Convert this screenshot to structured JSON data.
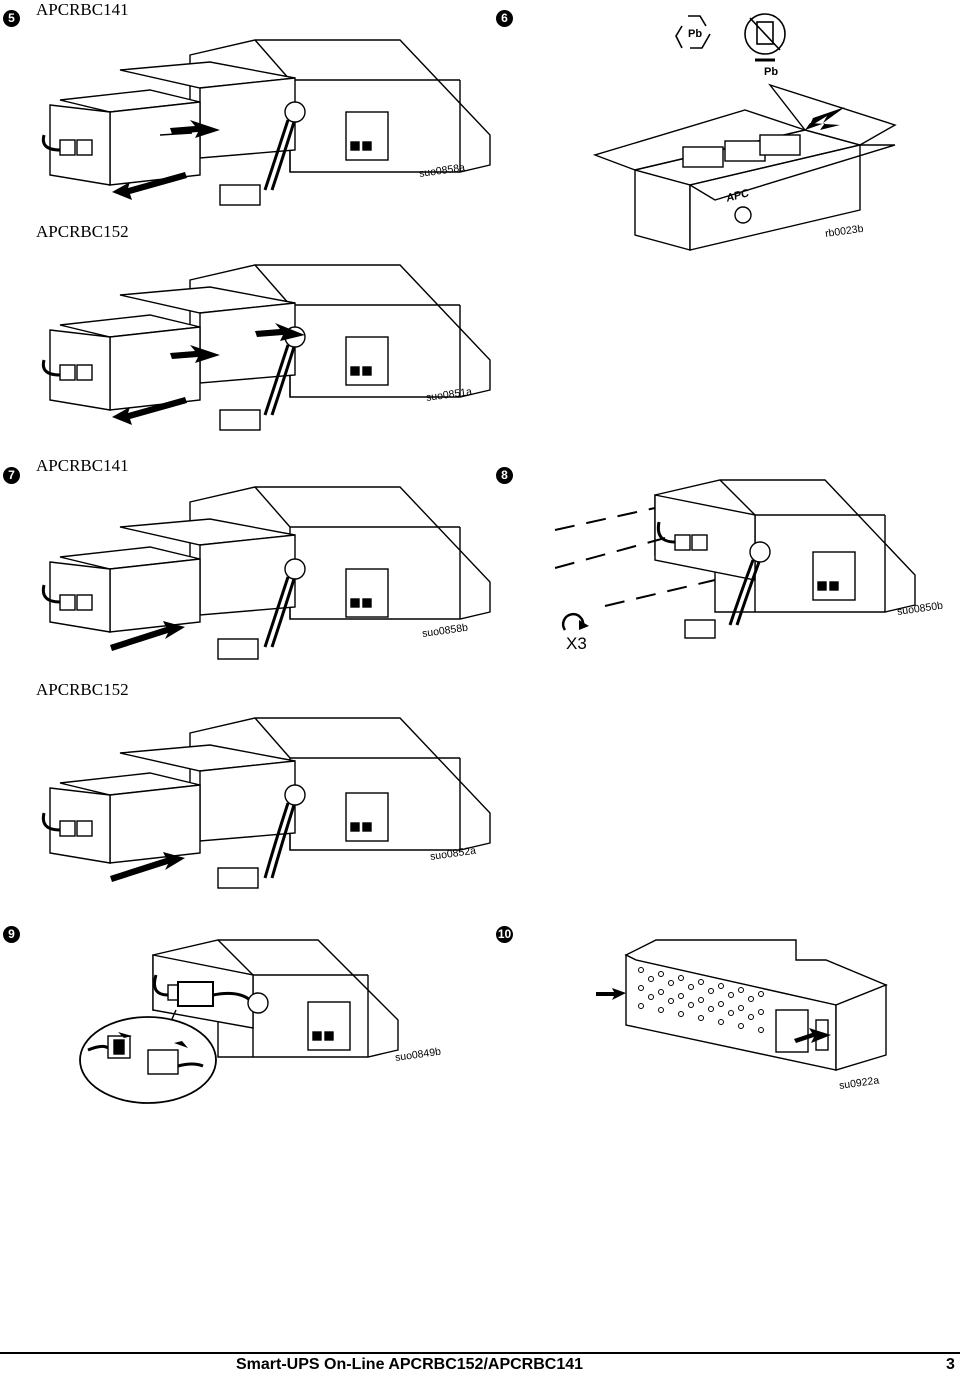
{
  "steps": {
    "s5": {
      "num": "5",
      "model_a": "APCRBC141",
      "code_a": "suo0858a",
      "model_b": "APCRBC152",
      "code_b": "suo0851a"
    },
    "s6": {
      "num": "6",
      "code": "rb0023b",
      "pb1": "Pb",
      "pb2": "Pb",
      "brand": "APC"
    },
    "s7": {
      "num": "7",
      "model_a": "APCRBC141",
      "code_a": "suo0858b",
      "model_b": "APCRBC152",
      "code_b": "suo0852a"
    },
    "s8": {
      "num": "8",
      "code": "suo0850b",
      "repeat": "X3"
    },
    "s9": {
      "num": "9",
      "code": "suo0849b"
    },
    "s10": {
      "num": "10",
      "code": "su0922a"
    }
  },
  "footer": {
    "title": "Smart-UPS On-Line APCRBC152/APCRBC141",
    "page": "3"
  }
}
